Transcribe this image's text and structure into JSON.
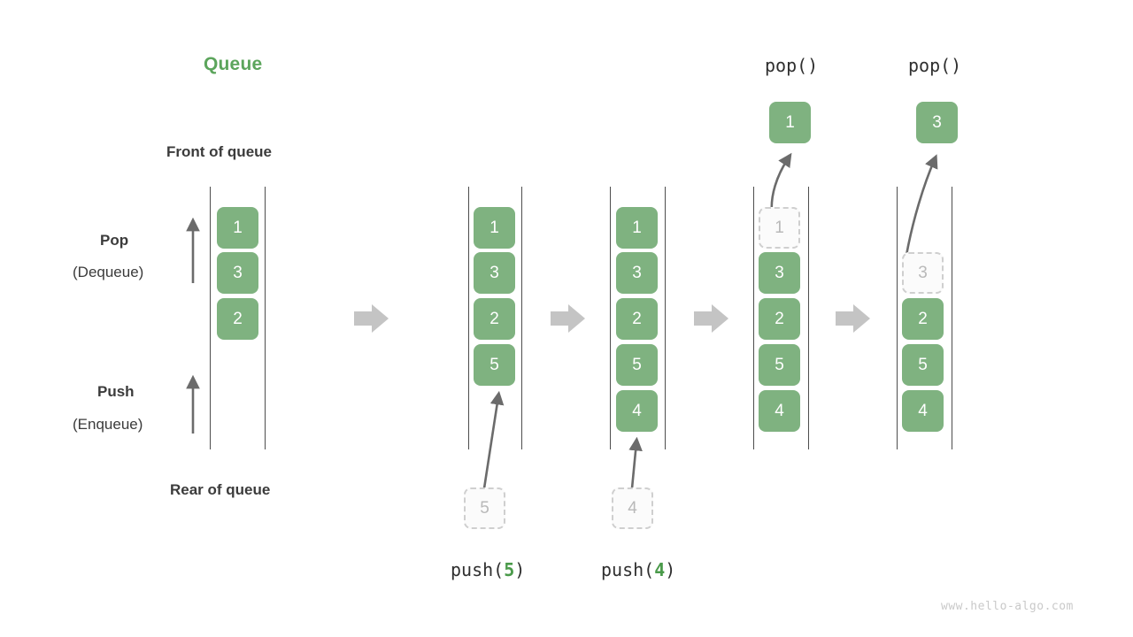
{
  "title": "Queue",
  "title_color": "#5ca55c",
  "labels": {
    "front_of_queue": "Front of queue",
    "rear_of_queue": "Rear of queue",
    "pop": "Pop",
    "pop_alt": "(Dequeue)",
    "push": "Push",
    "push_alt": "(Enqueue)"
  },
  "watermark": "www.hello-algo.com",
  "colors": {
    "node_fill": "#7fb280",
    "node_text": "#ffffff",
    "ghost_fill": "#fbfbfb",
    "ghost_border": "#cfcfcf",
    "ghost_text": "#b9b9b9",
    "rail": "#4d4d4d",
    "arrow_gray": "#c4c4c4",
    "arrow_dark": "#6b6b6b",
    "accent_green": "#4a9a4a",
    "text_dark": "#3b3b3b"
  },
  "steps": [
    {
      "id": "initial",
      "caption": null,
      "op_label": null,
      "popped": null,
      "incoming": null,
      "cells": [
        {
          "value": "1",
          "state": "solid",
          "slot": 0
        },
        {
          "value": "3",
          "state": "solid",
          "slot": 1
        },
        {
          "value": "2",
          "state": "solid",
          "slot": 2
        }
      ]
    },
    {
      "id": "push-5",
      "caption": "push(5)",
      "caption_prefix": "push(",
      "caption_value": "5",
      "caption_suffix": ")",
      "op_label": null,
      "popped": null,
      "incoming": {
        "value": "5",
        "state": "ghost"
      },
      "cells": [
        {
          "value": "1",
          "state": "solid",
          "slot": 0
        },
        {
          "value": "3",
          "state": "solid",
          "slot": 1
        },
        {
          "value": "2",
          "state": "solid",
          "slot": 2
        },
        {
          "value": "5",
          "state": "solid",
          "slot": 3
        }
      ]
    },
    {
      "id": "push-4",
      "caption": "push(4)",
      "caption_prefix": "push(",
      "caption_value": "4",
      "caption_suffix": ")",
      "op_label": null,
      "popped": null,
      "incoming": {
        "value": "4",
        "state": "ghost"
      },
      "cells": [
        {
          "value": "1",
          "state": "solid",
          "slot": 0
        },
        {
          "value": "3",
          "state": "solid",
          "slot": 1
        },
        {
          "value": "2",
          "state": "solid",
          "slot": 2
        },
        {
          "value": "5",
          "state": "solid",
          "slot": 3
        },
        {
          "value": "4",
          "state": "solid",
          "slot": 4
        }
      ]
    },
    {
      "id": "pop-1",
      "caption": null,
      "op_label": "pop()",
      "popped": {
        "value": "1",
        "state": "solid"
      },
      "incoming": null,
      "cells": [
        {
          "value": "1",
          "state": "ghost",
          "slot": 0
        },
        {
          "value": "3",
          "state": "solid",
          "slot": 1
        },
        {
          "value": "2",
          "state": "solid",
          "slot": 2
        },
        {
          "value": "5",
          "state": "solid",
          "slot": 3
        },
        {
          "value": "4",
          "state": "solid",
          "slot": 4
        }
      ]
    },
    {
      "id": "pop-3",
      "caption": null,
      "op_label": "pop()",
      "popped": {
        "value": "3",
        "state": "solid"
      },
      "incoming": null,
      "cells": [
        {
          "value": "3",
          "state": "ghost",
          "slot": 1
        },
        {
          "value": "2",
          "state": "solid",
          "slot": 2
        },
        {
          "value": "5",
          "state": "solid",
          "slot": 3
        },
        {
          "value": "4",
          "state": "solid",
          "slot": 4
        }
      ]
    }
  ],
  "flow_arrows": 4
}
